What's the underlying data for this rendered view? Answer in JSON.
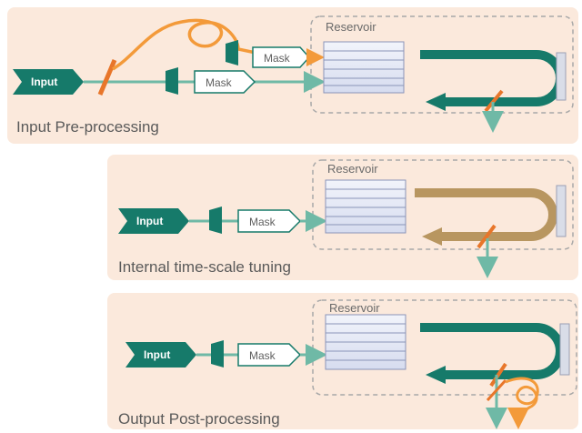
{
  "sections": [
    {
      "id": "input-preprocessing",
      "label": "Input Pre-processing",
      "input_label": "Input",
      "mask_labels": [
        "Mask",
        "Mask"
      ],
      "reservoir_label": "Reservoir",
      "loop_color": "#167a6a",
      "fiber_color": "#f39a3a"
    },
    {
      "id": "internal-time-scale-tuning",
      "label": "Internal time-scale tuning",
      "input_label": "Input",
      "mask_labels": [
        "Mask"
      ],
      "reservoir_label": "Reservoir",
      "loop_color": "#b89660"
    },
    {
      "id": "output-post-processing",
      "label": "Output Post-processing",
      "input_label": "Input",
      "mask_labels": [
        "Mask"
      ],
      "reservoir_label": "Reservoir",
      "loop_color": "#167a6a",
      "fiber_color": "#f39a3a"
    }
  ],
  "colors": {
    "teal": "#167a6a",
    "light_teal": "#6fb9a6",
    "orange": "#f39a3a",
    "panel_bg": "#fbe9dc",
    "reservoir_fill": "#e4e8f5"
  }
}
